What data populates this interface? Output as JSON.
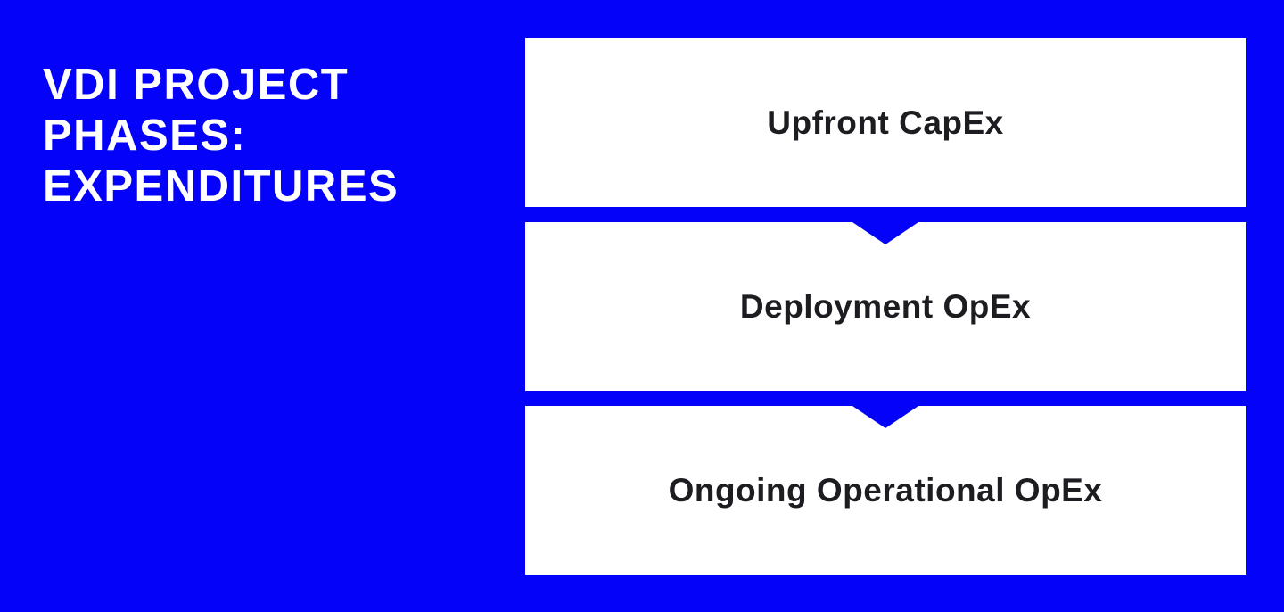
{
  "theme": {
    "background": "#0502fa",
    "box_bg": "#ffffff",
    "box_text": "#1c1c21",
    "title_color": "#ffffff"
  },
  "header": {
    "title": "VDI PROJECT PHASES: EXPENDITURES",
    "title_lines": [
      "VDI PROJECT",
      "PHASES:",
      "EXPENDITURES"
    ]
  },
  "flow": {
    "connector": "chevron-down",
    "boxes": [
      {
        "label": "Upfront CapEx"
      },
      {
        "label": "Deployment OpEx"
      },
      {
        "label": "Ongoing Operational OpEx"
      }
    ]
  }
}
